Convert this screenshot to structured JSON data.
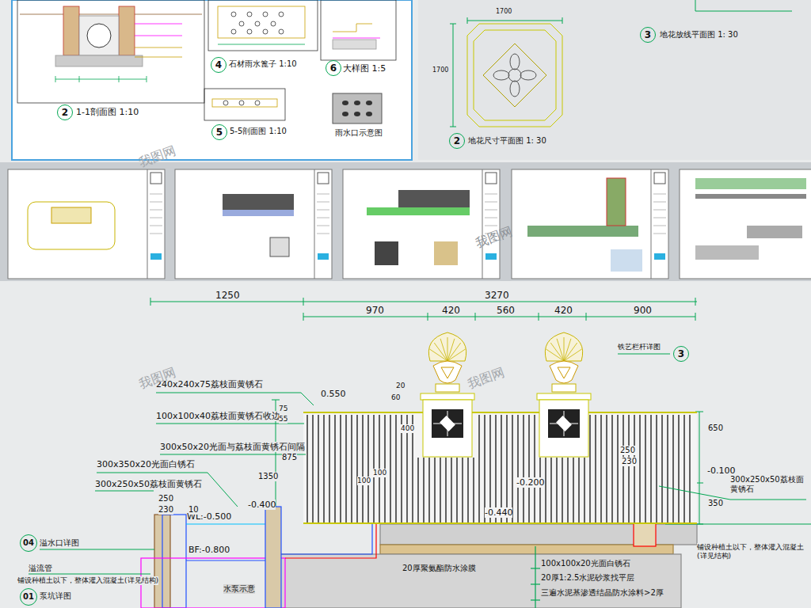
{
  "diagram": {
    "nodes": [
      {
        "text": [
          "2"
        ]
      },
      {
        "text": [
          "4"
        ]
      },
      {
        "text": [
          "6"
        ]
      },
      {
        "text": [
          "5"
        ]
      },
      {
        "text": [
          "2"
        ]
      },
      {
        "text": [
          "3"
        ]
      },
      {
        "text": [
          "3"
        ]
      },
      {
        "text": [
          "04"
        ]
      },
      {
        "text": [
          "01"
        ]
      }
    ],
    "labels": [
      "1-1剖面图 1:10",
      "石材雨水篦子 1:10",
      "大样图 1:5",
      "5-5剖面图 1:10",
      "雨水口示意图",
      "1700",
      "1700",
      "地花尺寸平面图 1: 30",
      "地花放线平面图 1: 30",
      "1250",
      "3270",
      "970",
      "420",
      "560",
      "420",
      "900",
      "240x240x75荔枝面黄锈石",
      "100x100x40荔枝面黄锈石收边",
      "300x50x20光面与荔枝面黄锈石间隔",
      "300x350x20光面白锈石",
      "300x250x50荔枝面黄锈石",
      "0.550",
      "WL:-0.500",
      "BF:-0.800",
      "-0.400",
      "-0.200",
      "-0.440",
      "-0.100",
      "1350",
      "875",
      "250",
      "230",
      "10",
      "650",
      "350",
      "250",
      "230",
      "铁艺栏杆详图",
      "300x250x50荔枝面黄锈石",
      "铺设种植土以下，整体灌入混凝土(详见结构)",
      "溢水口详图",
      "溢流管",
      "铺设种植土以下，整体灌入混凝土(详见结构)",
      "泵坑详图",
      "水泵示意",
      "20厚聚氨酯防水涂膜",
      "100x100x20光面白锈石",
      "20厚1:2.5水泥砂浆找平层",
      "三遍水泥基渗透结晶防水涂料>2厚",
      "我图网",
      "我图网",
      "我图网",
      "我图网",
      "100",
      "100",
      "400",
      "75",
      "55",
      "20",
      "60"
    ]
  }
}
